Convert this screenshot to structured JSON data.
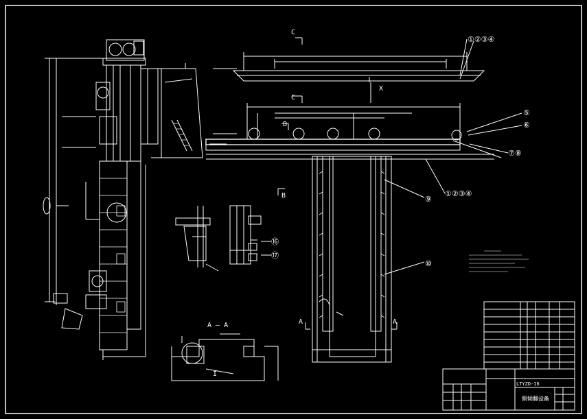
{
  "colors": {
    "background": "#000000",
    "line": "#ffffff",
    "dim": "#cfcfcf"
  },
  "section_labels": {
    "c_top": "C",
    "c_mid": "C",
    "b_top": "B",
    "b_bottom": "B",
    "a_left": "A",
    "a_right": "A",
    "x_mark": "X",
    "aa_title": "A — A",
    "detail_mark": "I"
  },
  "balloons": [
    "①②③④",
    "⑤",
    "⑥",
    "⑦⑧",
    "①②③④",
    "⑨",
    "⑩",
    "⑯",
    "⑰"
  ],
  "title_block": {
    "drawing_no": "LTYZD-16",
    "drawing_name": "侧倾翻设备"
  }
}
